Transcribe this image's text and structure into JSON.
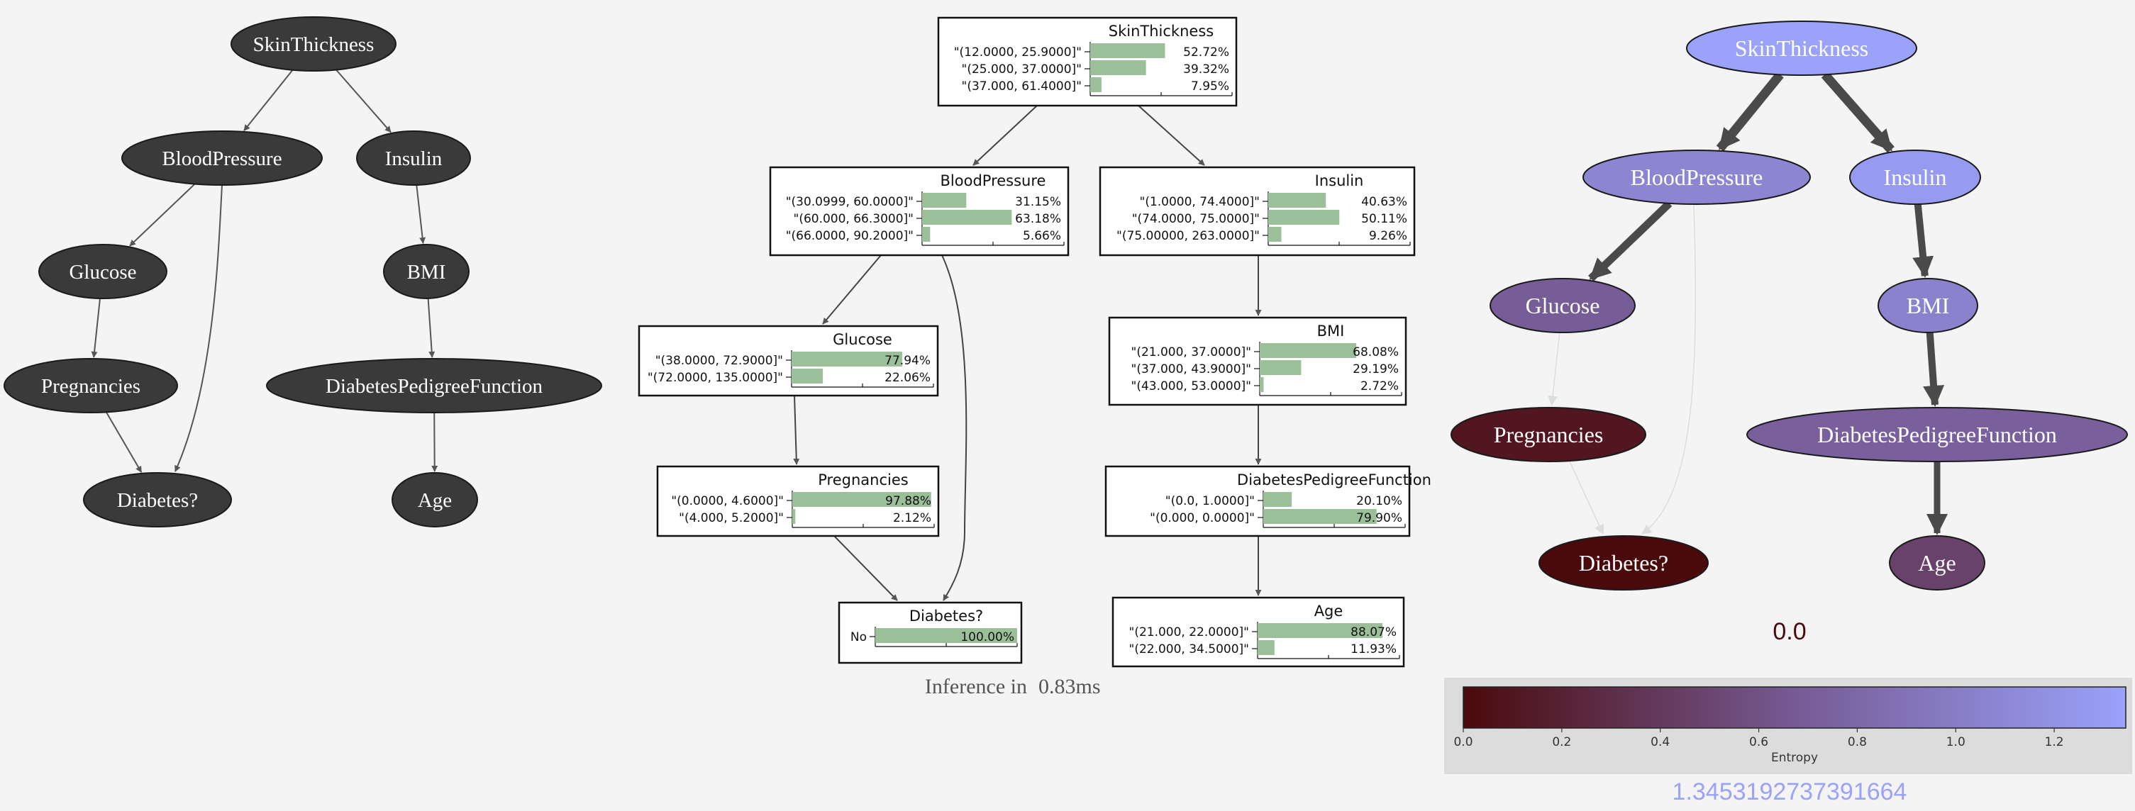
{
  "graph1": {
    "nodes": [
      {
        "id": "SkinThickness",
        "label": "SkinThickness"
      },
      {
        "id": "BloodPressure",
        "label": "BloodPressure"
      },
      {
        "id": "Insulin",
        "label": "Insulin"
      },
      {
        "id": "Glucose",
        "label": "Glucose"
      },
      {
        "id": "BMI",
        "label": "BMI"
      },
      {
        "id": "Pregnancies",
        "label": "Pregnancies"
      },
      {
        "id": "DiabetesPedigreeFunction",
        "label": "DiabetesPedigreeFunction"
      },
      {
        "id": "Diabetes",
        "label": "Diabetes?"
      },
      {
        "id": "Age",
        "label": "Age"
      }
    ],
    "edges": [
      [
        "SkinThickness",
        "BloodPressure"
      ],
      [
        "SkinThickness",
        "Insulin"
      ],
      [
        "BloodPressure",
        "Glucose"
      ],
      [
        "BloodPressure",
        "Diabetes"
      ],
      [
        "Glucose",
        "Pregnancies"
      ],
      [
        "Pregnancies",
        "Diabetes"
      ],
      [
        "Insulin",
        "BMI"
      ],
      [
        "BMI",
        "DiabetesPedigreeFunction"
      ],
      [
        "DiabetesPedigreeFunction",
        "Age"
      ]
    ],
    "node_color": "#3a3a3a"
  },
  "graph2": {
    "nodes": [
      {
        "id": "SkinThickness",
        "title": "SkinThickness",
        "rows": [
          {
            "label": "\"(12.0000, 25.9000]\"",
            "value": "52.72%",
            "p": 0.5272
          },
          {
            "label": "\"(25.000, 37.0000]\"",
            "value": "39.32%",
            "p": 0.3932
          },
          {
            "label": "\"(37.000, 61.4000]\"",
            "value": "7.95%",
            "p": 0.0795
          }
        ]
      },
      {
        "id": "BloodPressure",
        "title": "BloodPressure",
        "rows": [
          {
            "label": "\"(30.0999, 60.0000]\"",
            "value": "31.15%",
            "p": 0.3115
          },
          {
            "label": "\"(60.000, 66.3000]\"",
            "value": "63.18%",
            "p": 0.6318
          },
          {
            "label": "\"(66.0000, 90.2000]\"",
            "value": "5.66%",
            "p": 0.0566
          }
        ]
      },
      {
        "id": "Insulin",
        "title": "Insulin",
        "rows": [
          {
            "label": "\"(1.0000, 74.4000]\"",
            "value": "40.63%",
            "p": 0.4063
          },
          {
            "label": "\"(74.0000, 75.0000]\"",
            "value": "50.11%",
            "p": 0.5011
          },
          {
            "label": "\"(75.00000, 263.0000]\"",
            "value": "9.26%",
            "p": 0.0926
          }
        ]
      },
      {
        "id": "Glucose",
        "title": "Glucose",
        "rows": [
          {
            "label": "\"(38.0000, 72.9000]\"",
            "value": "77.94%",
            "p": 0.7794
          },
          {
            "label": "\"(72.0000, 135.0000]\"",
            "value": "22.06%",
            "p": 0.2206
          }
        ]
      },
      {
        "id": "BMI",
        "title": "BMI",
        "rows": [
          {
            "label": "\"(21.000, 37.0000]\"",
            "value": "68.08%",
            "p": 0.6808
          },
          {
            "label": "\"(37.000, 43.9000]\"",
            "value": "29.19%",
            "p": 0.2919
          },
          {
            "label": "\"(43.000, 53.0000]\"",
            "value": "2.72%",
            "p": 0.0272
          }
        ]
      },
      {
        "id": "Pregnancies",
        "title": "Pregnancies",
        "rows": [
          {
            "label": "\"(0.0000, 4.6000]\"",
            "value": "97.88%",
            "p": 0.9788
          },
          {
            "label": "\"(4.000, 5.2000]\"",
            "value": "2.12%",
            "p": 0.0212
          }
        ]
      },
      {
        "id": "DiabetesPedigreeFunction",
        "title": "DiabetesPedigreeFunction",
        "rows": [
          {
            "label": "\"(0.0, 1.0000]\"",
            "value": "20.10%",
            "p": 0.201
          },
          {
            "label": "\"(0.000, 0.0000]\"",
            "value": "79.90%",
            "p": 0.799
          }
        ]
      },
      {
        "id": "Diabetes",
        "title": "Diabetes?",
        "rows": [
          {
            "label": "No",
            "value": "100.00%",
            "p": 1.0
          }
        ]
      },
      {
        "id": "Age",
        "title": "Age",
        "rows": [
          {
            "label": "\"(21.000, 22.0000]\"",
            "value": "88.07%",
            "p": 0.8807
          },
          {
            "label": "\"(22.000, 34.5000]\"",
            "value": "11.93%",
            "p": 0.1193
          }
        ]
      }
    ],
    "edges": [
      [
        "SkinThickness",
        "BloodPressure"
      ],
      [
        "SkinThickness",
        "Insulin"
      ],
      [
        "BloodPressure",
        "Glucose"
      ],
      [
        "BloodPressure",
        "Diabetes"
      ],
      [
        "Glucose",
        "Pregnancies"
      ],
      [
        "Pregnancies",
        "Diabetes"
      ],
      [
        "Insulin",
        "BMI"
      ],
      [
        "BMI",
        "DiabetesPedigreeFunction"
      ],
      [
        "DiabetesPedigreeFunction",
        "Age"
      ]
    ],
    "bar_color": "#9bbf98",
    "inference_label": "Inference in",
    "inference_time": "0.83ms"
  },
  "graph3": {
    "nodes": [
      {
        "id": "SkinThickness",
        "label": "SkinThickness",
        "entropy": 1.345
      },
      {
        "id": "BloodPressure",
        "label": "BloodPressure",
        "entropy": 1.08
      },
      {
        "id": "Insulin",
        "label": "Insulin",
        "entropy": 1.28
      },
      {
        "id": "Glucose",
        "label": "Glucose",
        "entropy": 0.7
      },
      {
        "id": "BMI",
        "label": "BMI",
        "entropy": 1.05
      },
      {
        "id": "Pregnancies",
        "label": "Pregnancies",
        "entropy": 0.1
      },
      {
        "id": "DiabetesPedigreeFunction",
        "label": "DiabetesPedigreeFunction",
        "entropy": 0.72
      },
      {
        "id": "Diabetes",
        "label": "Diabetes?",
        "entropy": 0.0
      },
      {
        "id": "Age",
        "label": "Age",
        "entropy": 0.47
      }
    ],
    "edges": [
      {
        "from": "SkinThickness",
        "to": "BloodPressure",
        "weight": 1.0
      },
      {
        "from": "SkinThickness",
        "to": "Insulin",
        "weight": 1.0
      },
      {
        "from": "BloodPressure",
        "to": "Glucose",
        "weight": 0.8
      },
      {
        "from": "BloodPressure",
        "to": "Diabetes",
        "weight": 0.05
      },
      {
        "from": "Glucose",
        "to": "Pregnancies",
        "weight": 0.1
      },
      {
        "from": "Pregnancies",
        "to": "Diabetes",
        "weight": 0.05
      },
      {
        "from": "Insulin",
        "to": "BMI",
        "weight": 0.7
      },
      {
        "from": "BMI",
        "to": "DiabetesPedigreeFunction",
        "weight": 0.7
      },
      {
        "from": "DiabetesPedigreeFunction",
        "to": "Age",
        "weight": 0.6
      }
    ],
    "min_label": "0.0",
    "max_label": "1.3453192737391664",
    "colorbar": {
      "label": "Entropy",
      "min": 0.0,
      "max": 1.3453192737391664,
      "ticks": [
        "0.0",
        "0.2",
        "0.4",
        "0.6",
        "0.8",
        "1.0",
        "1.2"
      ],
      "color_low": "#4a0a0c",
      "color_mid": "#765a94",
      "color_high": "#9aa2fa"
    }
  }
}
